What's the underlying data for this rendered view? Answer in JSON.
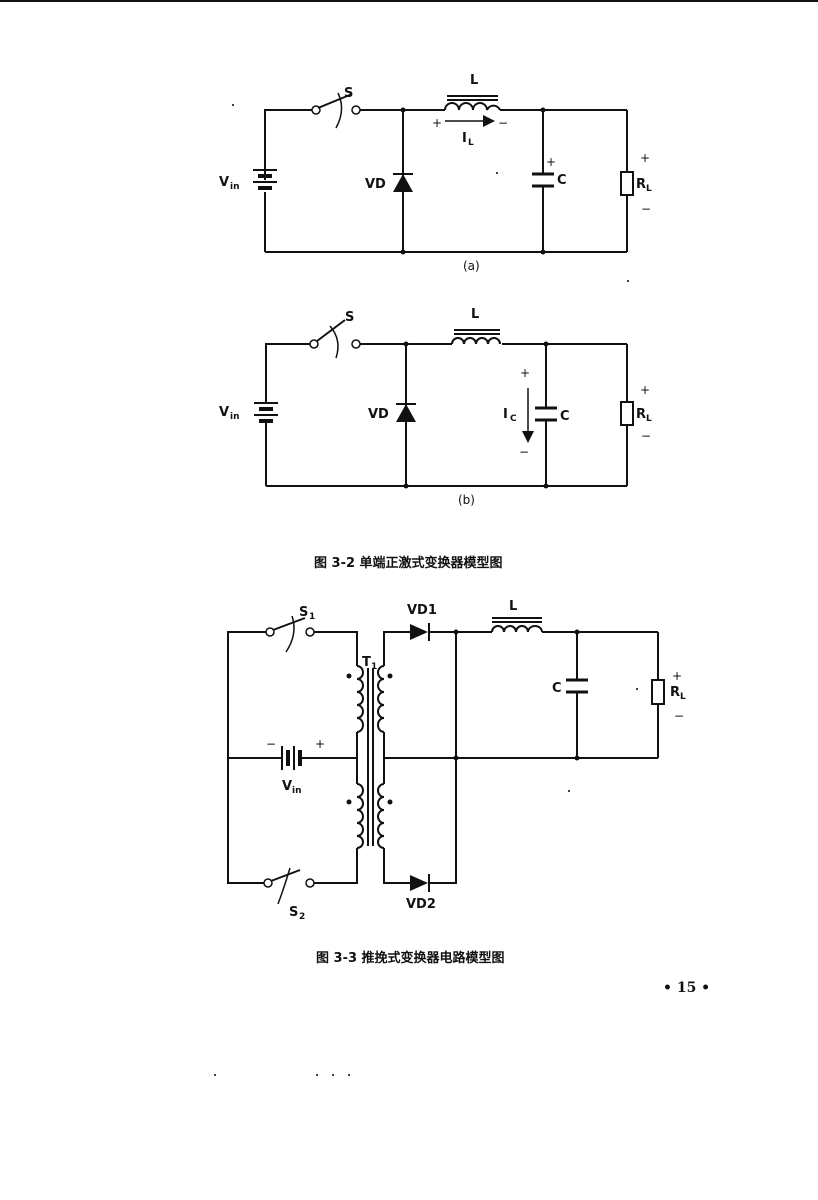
{
  "figures": {
    "fig_3_2": {
      "caption": "图 3-2   单端正激式变换器模型图",
      "sub_a": {
        "tag": "(a)",
        "switch": "S",
        "inductor": "L",
        "current": "I",
        "current_sub": "L",
        "source": "V",
        "source_sub": "in",
        "diode": "VD",
        "capacitor": "C",
        "load": "R",
        "load_sub": "L",
        "plus": "+",
        "minus": "−"
      },
      "sub_b": {
        "tag": "(b)",
        "switch": "S",
        "inductor": "L",
        "current": "I",
        "current_sub": "C",
        "source": "V",
        "source_sub": "in",
        "diode": "VD",
        "capacitor": "C",
        "load": "R",
        "load_sub": "L",
        "plus": "+",
        "minus": "−"
      }
    },
    "fig_3_3": {
      "caption": "图 3-3   推挽式变换器电路模型图",
      "switch1": "S",
      "switch1_sub": "1",
      "switch2": "S",
      "switch2_sub": "2",
      "transformer": "T",
      "transformer_sub": "1",
      "diode1": "VD1",
      "diode2": "VD2",
      "inductor": "L",
      "capacitor": "C",
      "load": "R",
      "load_sub": "L",
      "source": "V",
      "source_sub": "in",
      "plus": "+",
      "minus": "−"
    }
  },
  "page_number": "• 15 •"
}
